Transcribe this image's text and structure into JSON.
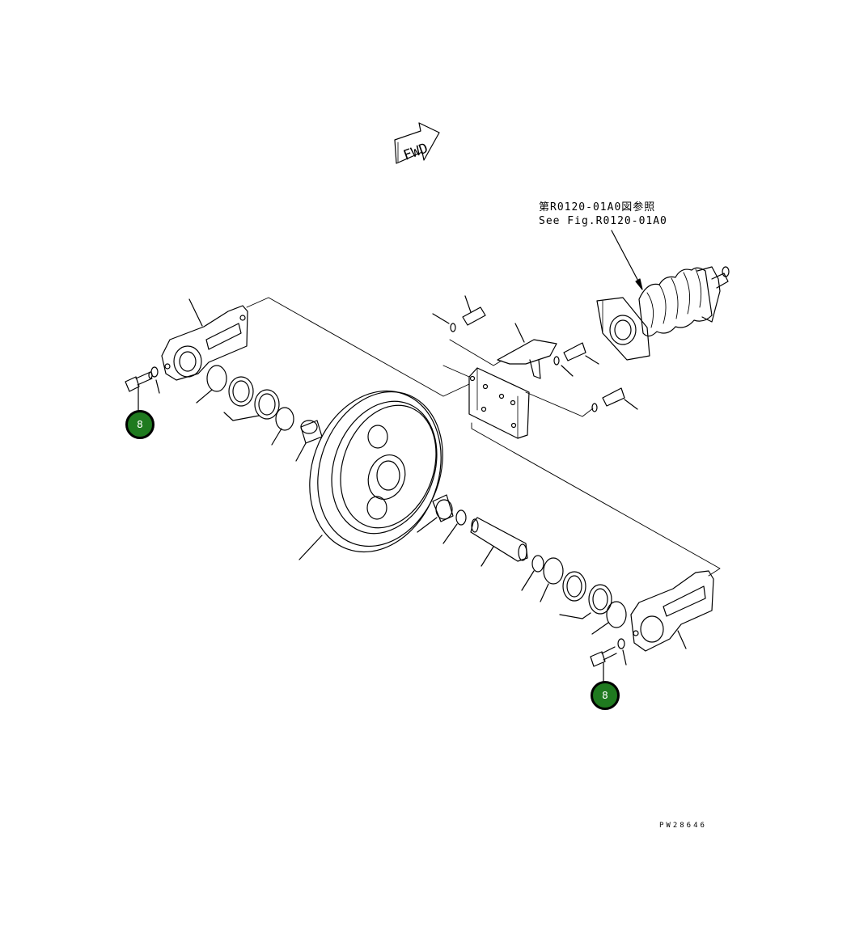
{
  "fwd_label": "FWD",
  "reference_note": {
    "line1": "第R0120-01A0図参照",
    "line2": "See Fig.R0120-01A0"
  },
  "drawing_number": "PW28646",
  "callouts": [
    {
      "label": "8"
    },
    {
      "label": "8"
    }
  ],
  "colors": {
    "callout_fill": "#1f7a1f",
    "line": "#000000"
  }
}
